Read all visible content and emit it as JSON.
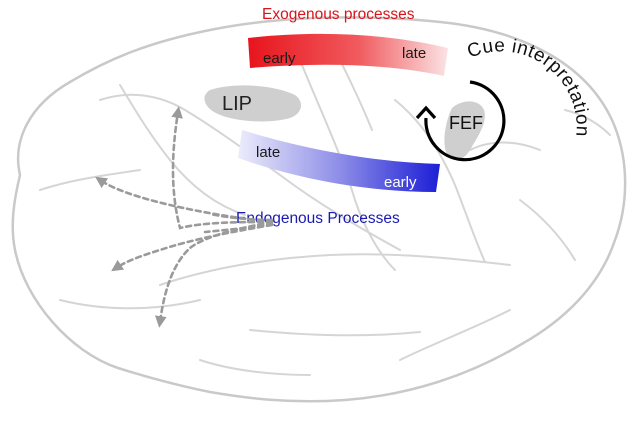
{
  "labels": {
    "exogenous": "Exogenous processes",
    "endogenous": "Endogenous Processes",
    "lip": "LIP",
    "fef": "FEF",
    "cue_interpretation": "Cue interpretation",
    "exo_early": "early",
    "exo_late": "late",
    "endo_late": "late",
    "endo_early": "early"
  },
  "colors": {
    "exogenous_strong": "#e8141c",
    "exogenous_light": "#fbe3e4",
    "endogenous_strong": "#1c1ed6",
    "endogenous_light": "#e2e2f8",
    "exogenous_text": "#d9141b",
    "endogenous_text": "#1a1ab3",
    "brain_outline": "#c9c9c9",
    "region_fill": "#cfcfcf",
    "arrows": "#9a9a9a",
    "cycle": "#000000"
  }
}
